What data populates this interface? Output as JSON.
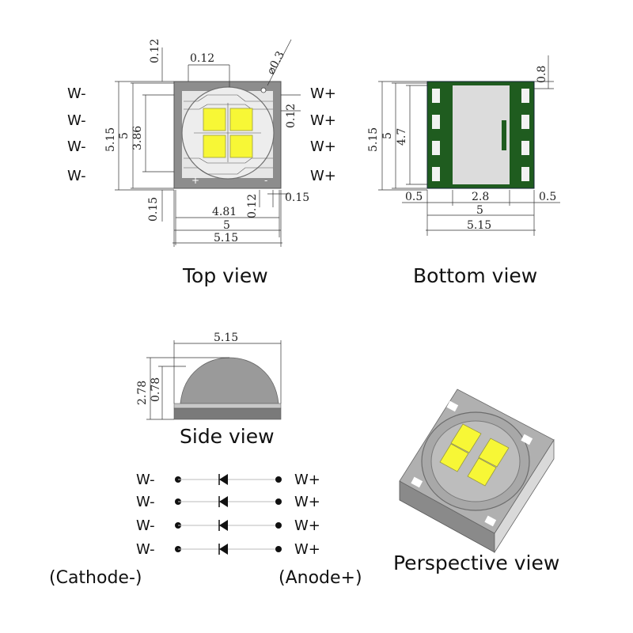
{
  "top_view": {
    "caption": "Top view",
    "pins_left": [
      "W-",
      "W-",
      "W-",
      "W-"
    ],
    "pins_right": [
      "W+",
      "W+",
      "W+",
      "W+"
    ],
    "dims": {
      "top_gap": "0.12",
      "top_pad": "0.12",
      "hole": "⌀0.3",
      "right_gap": "0.12",
      "outer_h": "5.15",
      "body_h": "5",
      "inner_h": "3.86",
      "left_bottom": "0.15",
      "bottom_gap": "0.12",
      "right_bottom": "0.15",
      "inner_w": "4.81",
      "body_w": "5",
      "outer_w": "5.15"
    },
    "colors": {
      "body": "#8d8d8d",
      "pad": "#e6e6e6",
      "led": "#f7f736",
      "trace": "#6f6f6f"
    }
  },
  "bottom_view": {
    "caption": "Bottom view",
    "dims": {
      "top": "0.8",
      "outer_h": "5.15",
      "body_h": "5",
      "inner_h": "4.7",
      "left_pad": "0.5",
      "center": "2.8",
      "right_pad": "0.5",
      "body_w": "5",
      "outer_w": "5.15"
    },
    "colors": {
      "pcb": "#1f5c1f",
      "center": "#dcdcdc",
      "pad": "#f2f2f2"
    }
  },
  "side_view": {
    "caption": "Side view",
    "dims": {
      "width": "5.15",
      "total_h": "2.78",
      "base_h": "0.78"
    },
    "colors": {
      "dome": "#9a9a9a",
      "base": "#7a7a7a"
    }
  },
  "schematic": {
    "left_labels": [
      "W-",
      "W-",
      "W-",
      "W-"
    ],
    "right_labels": [
      "W+",
      "W+",
      "W+",
      "W+"
    ],
    "cathode": "(Cathode-)",
    "anode": "(Anode+)"
  },
  "perspective_view": {
    "caption": "Perspective view",
    "colors": {
      "top": "#b0b0b0",
      "side_left": "#8a8a8a",
      "side_right": "#d9d9d9",
      "led": "#f7f736"
    }
  }
}
